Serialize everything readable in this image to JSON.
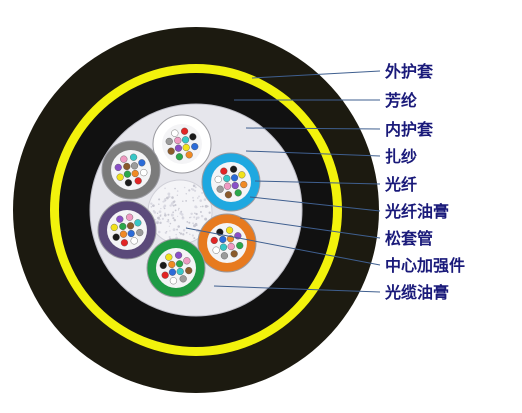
{
  "labels": {
    "outer_sheath": "外护套",
    "aramid": "芳纶",
    "inner_sheath": "内护套",
    "binder": "扎纱",
    "fiber": "光纤",
    "fiber_gel": "光纤油膏",
    "loose_tube": "松套管",
    "central_member": "中心加强件",
    "cable_filling_compound": "光缆油膏"
  },
  "colors": {
    "outer_sheath": "#1c1a10",
    "aramid": "#f2f20c",
    "inner_sheath": "#111111",
    "core": "#e6e6ec",
    "leader_line": "#3f5f8f",
    "label_text": "#1a1a7a"
  },
  "loose_tubes": [
    {
      "color": "#ffffff",
      "name": "white"
    },
    {
      "color": "#1fa8e0",
      "name": "blue"
    },
    {
      "color": "#e77a1f",
      "name": "orange"
    },
    {
      "color": "#1f9a45",
      "name": "green"
    },
    {
      "color": "#5b4a7a",
      "name": "purple"
    },
    {
      "color": "#7b7b7b",
      "name": "gray"
    }
  ],
  "fiber_colors": [
    "#2b6bd8",
    "#f08a24",
    "#2aa84a",
    "#8a5a2b",
    "#9b9b9b",
    "#ffffff",
    "#e22424",
    "#1a1a1a",
    "#f2e21a",
    "#8a4fc7",
    "#f09ac2",
    "#36c7c7"
  ]
}
